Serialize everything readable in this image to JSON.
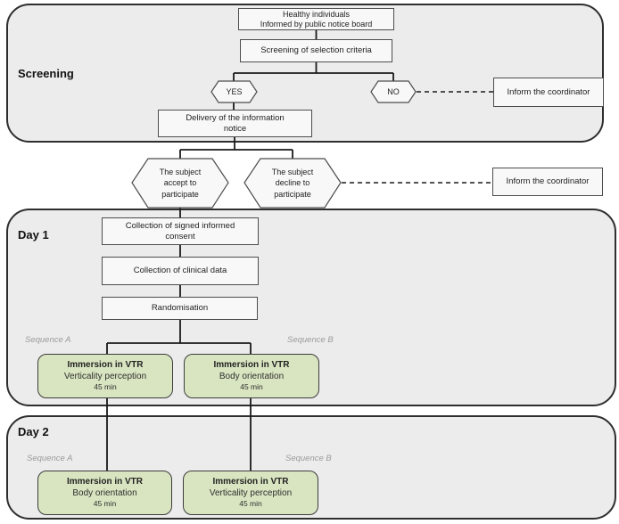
{
  "figure": {
    "type": "clinical-study-flowchart"
  },
  "sections": {
    "screening": {
      "label": "Screening"
    },
    "day1": {
      "label": "Day 1"
    },
    "day2": {
      "label": "Day 2"
    }
  },
  "labels": {
    "sequence_a": "Sequence A",
    "sequence_b": "Sequence B"
  },
  "nodes": {
    "healthy": {
      "text": "Healthy individuals\nInformed by public notice board"
    },
    "criteria": {
      "text": "Screening of selection criteria"
    },
    "yes": {
      "text": "YES"
    },
    "no": {
      "text": "NO"
    },
    "inform_coordinator_screening": {
      "text": "Inform the coordinator"
    },
    "delivery": {
      "text": "Delivery of the information\nnotice"
    },
    "accept": {
      "text": "The subject\naccept to\nparticipate"
    },
    "decline": {
      "text": "The subject\ndecline to\nparticipate"
    },
    "inform_coordinator_decline": {
      "text": "Inform the coordinator"
    },
    "consent": {
      "text": "Collection of signed informed\nconsent"
    },
    "clinical": {
      "text": "Collection of clinical data"
    },
    "randomisation": {
      "text": "Randomisation"
    },
    "day1_seq_a": {
      "title": "Immersion in VTR",
      "subtitle": "Verticality perception",
      "duration": "45 min"
    },
    "day1_seq_b": {
      "title": "Immersion in VTR",
      "subtitle": "Body orientation",
      "duration": "45 min"
    },
    "day2_seq_a": {
      "title": "Immersion in VTR",
      "subtitle": "Body orientation",
      "duration": "45 min"
    },
    "day2_seq_b": {
      "title": "Immersion in VTR",
      "subtitle": "Verticality perception",
      "duration": "45 min"
    }
  },
  "colors": {
    "section_fill": "#ececec",
    "section_border": "#2e2e2e",
    "box_fill": "#f8f8f8",
    "box_border": "#4d4d4d",
    "green_fill": "#d9e5c1",
    "green_border": "#3c3c3c",
    "sequence_label": "#9b9b9b",
    "connector": "#1a1a1a"
  }
}
